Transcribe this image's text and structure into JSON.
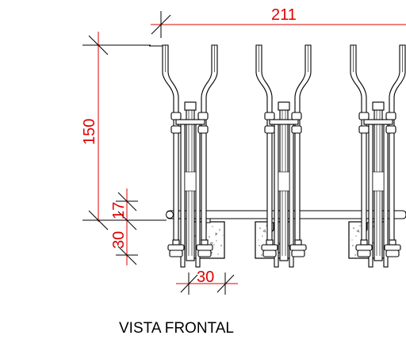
{
  "drawing": {
    "dimensions": {
      "total_width": "211",
      "total_height": "150",
      "base_height_upper": "17",
      "base_height_lower": "30",
      "footing_width": "30"
    },
    "caption": "VISTA FRONTAL",
    "colors": {
      "dimension": "#e00000",
      "outline": "#000000",
      "background": "#ffffff",
      "concrete_speckle": "#555555"
    }
  }
}
